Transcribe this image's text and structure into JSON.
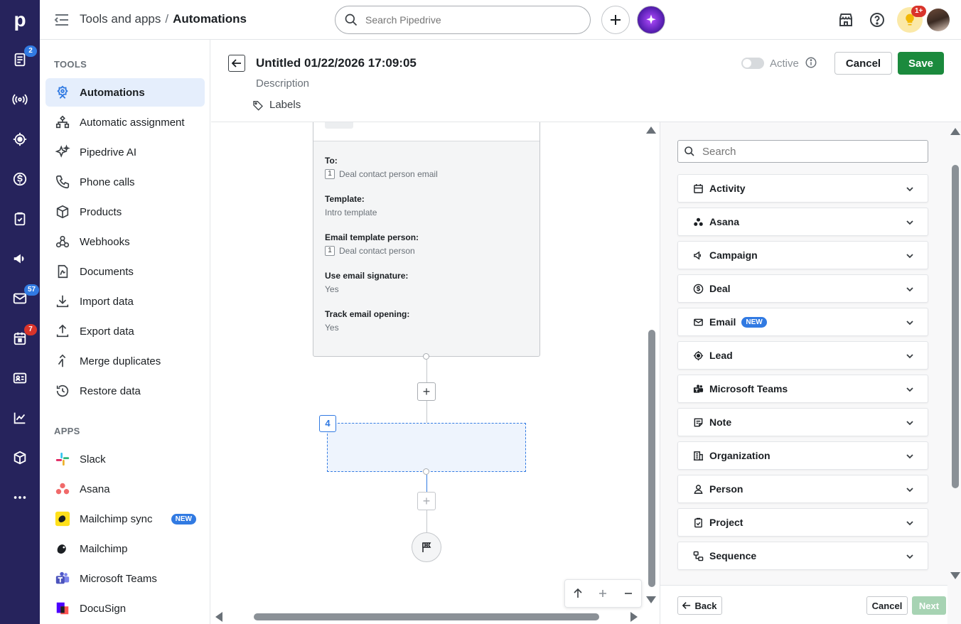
{
  "colors": {
    "rail_bg": "#26235c",
    "accent_blue": "#317ae2",
    "save_green": "#1b8a3d",
    "next_disabled_green": "#a7d3b3",
    "badge_red": "#d9342b"
  },
  "rail": {
    "logo": "p",
    "badges": {
      "leads": "2",
      "mail": "57",
      "calendar": "7"
    }
  },
  "topbar": {
    "breadcrumb_parent": "Tools and apps",
    "breadcrumb_separator": "/",
    "breadcrumb_current": "Automations",
    "search_placeholder": "Search Pipedrive",
    "notifications_badge": "1+"
  },
  "sidebar": {
    "tools_title": "TOOLS",
    "tools": [
      {
        "label": "Automations",
        "icon": "automations-icon"
      },
      {
        "label": "Automatic assignment",
        "icon": "assignment-icon"
      },
      {
        "label": "Pipedrive AI",
        "icon": "sparkles-icon"
      },
      {
        "label": "Phone calls",
        "icon": "phone-icon"
      },
      {
        "label": "Products",
        "icon": "box-icon"
      },
      {
        "label": "Webhooks",
        "icon": "webhook-icon"
      },
      {
        "label": "Documents",
        "icon": "document-icon"
      },
      {
        "label": "Import data",
        "icon": "download-icon"
      },
      {
        "label": "Export data",
        "icon": "upload-icon"
      },
      {
        "label": "Merge duplicates",
        "icon": "merge-icon"
      },
      {
        "label": "Restore data",
        "icon": "restore-icon"
      }
    ],
    "apps_title": "APPS",
    "apps": [
      {
        "label": "Slack",
        "icon": "slack-icon"
      },
      {
        "label": "Asana",
        "icon": "asana-icon"
      },
      {
        "label": "Mailchimp sync",
        "icon": "mailchimp-icon",
        "badge": "NEW"
      },
      {
        "label": "Mailchimp",
        "icon": "mailchimp-icon"
      },
      {
        "label": "Microsoft Teams",
        "icon": "teams-icon"
      },
      {
        "label": "DocuSign",
        "icon": "docusign-icon"
      }
    ]
  },
  "header": {
    "title": "Untitled 01/22/2026 17:09:05",
    "description": "Description",
    "labels": "Labels",
    "active_label": "Active",
    "cancel": "Cancel",
    "save": "Save"
  },
  "node": {
    "fields": [
      {
        "label": "To:",
        "chip": "1",
        "value": "Deal contact person email"
      },
      {
        "label": "Template:",
        "chip": "",
        "value": "Intro template"
      },
      {
        "label": "Email template person:",
        "chip": "1",
        "value": "Deal contact person"
      },
      {
        "label": "Use email signature:",
        "chip": "",
        "value": "Yes"
      },
      {
        "label": "Track email opening:",
        "chip": "",
        "value": "Yes"
      }
    ],
    "step_number": "4"
  },
  "panel": {
    "search_placeholder": "Search",
    "categories": [
      {
        "label": "Activity",
        "icon": "calendar-icon"
      },
      {
        "label": "Asana",
        "icon": "asana-icon"
      },
      {
        "label": "Campaign",
        "icon": "megaphone-icon"
      },
      {
        "label": "Deal",
        "icon": "dollar-icon"
      },
      {
        "label": "Email",
        "icon": "mail-icon",
        "badge": "NEW"
      },
      {
        "label": "Lead",
        "icon": "target-icon"
      },
      {
        "label": "Microsoft Teams",
        "icon": "teams-icon"
      },
      {
        "label": "Note",
        "icon": "note-icon"
      },
      {
        "label": "Organization",
        "icon": "building-icon"
      },
      {
        "label": "Person",
        "icon": "person-icon"
      },
      {
        "label": "Project",
        "icon": "clipboard-icon"
      },
      {
        "label": "Sequence",
        "icon": "sequence-icon"
      }
    ],
    "back": "Back",
    "cancel": "Cancel",
    "next": "Next"
  }
}
